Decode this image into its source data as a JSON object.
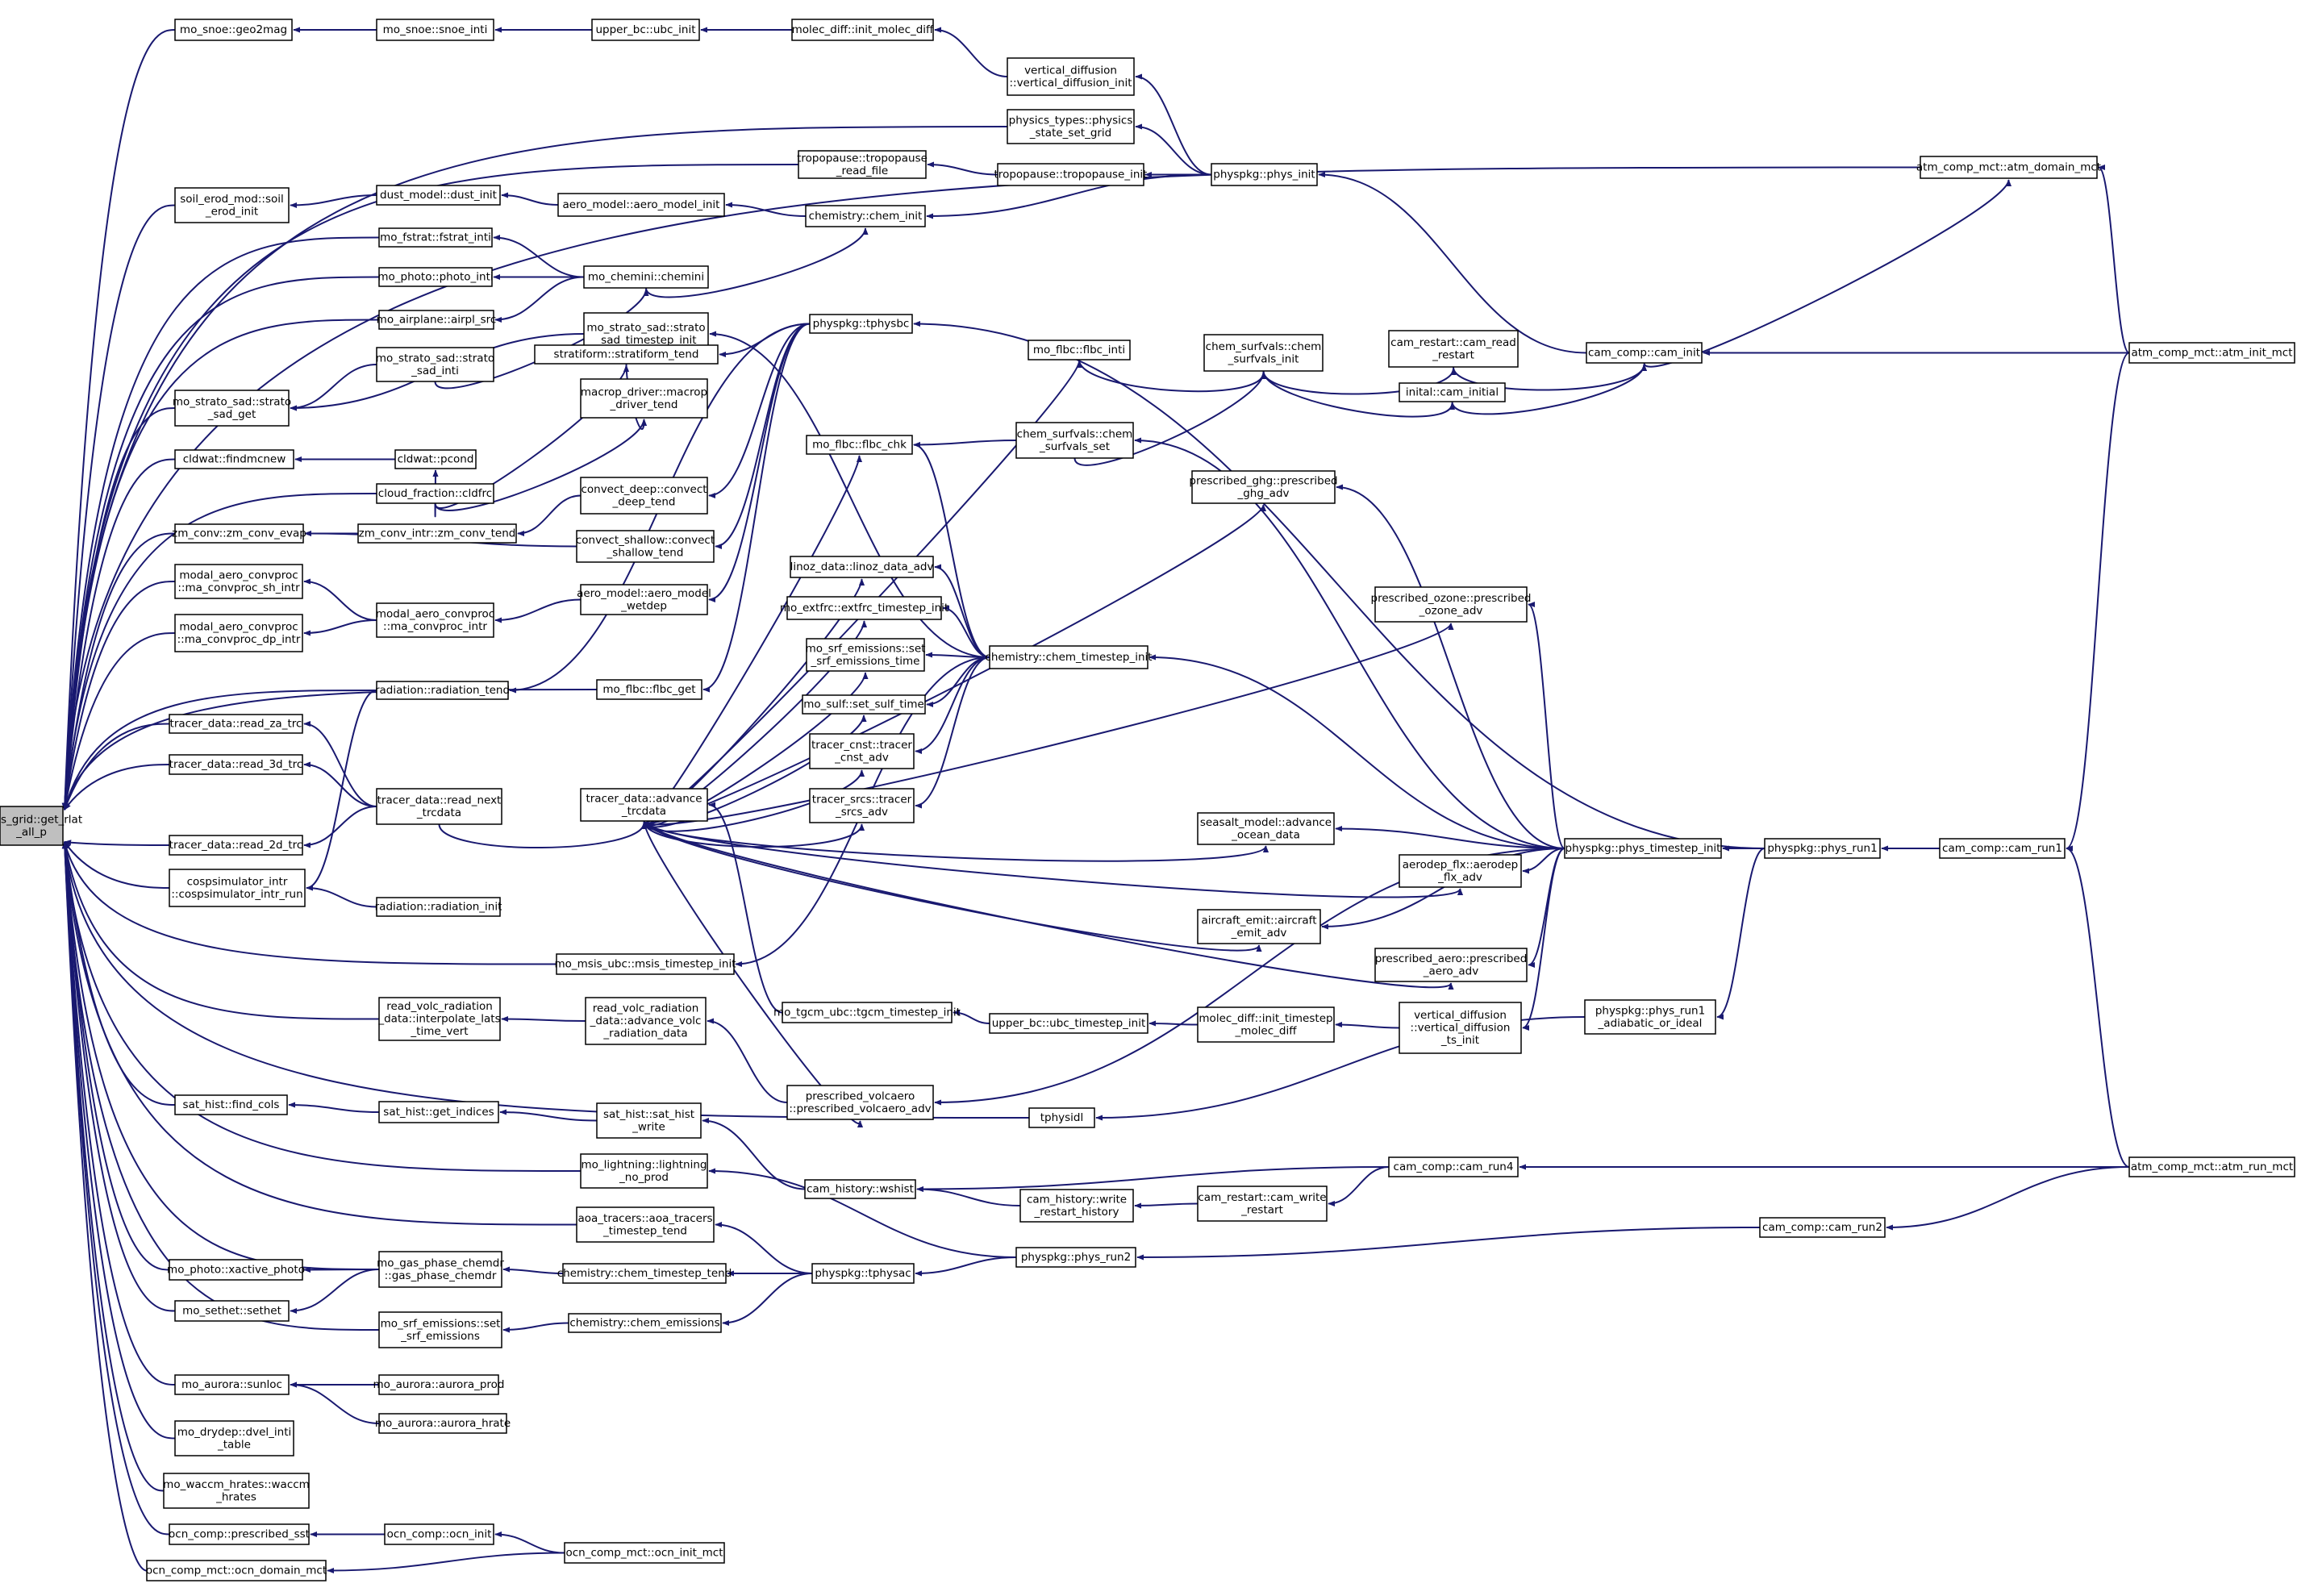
{
  "diagram": {
    "type": "call-graph",
    "direction": "right-to-left",
    "colors": {
      "edge": "#191970",
      "node_fill": "#ffffff",
      "root_fill": "#bfbfbf",
      "node_border": "#000000"
    },
    "root": "n0",
    "nodes": [
      {
        "id": "n0",
        "lines": [
          "phys_grid::get_rlat",
          "_all_p"
        ]
      },
      {
        "id": "n1",
        "lines": [
          "mo_snoe::geo2mag"
        ]
      },
      {
        "id": "n2",
        "lines": [
          "mo_snoe::snoe_inti"
        ]
      },
      {
        "id": "n3",
        "lines": [
          "upper_bc::ubc_init"
        ]
      },
      {
        "id": "n4",
        "lines": [
          "molec_diff::init_molec_diff"
        ]
      },
      {
        "id": "n5",
        "lines": [
          "vertical_diffusion",
          "::vertical_diffusion_init"
        ]
      },
      {
        "id": "n6",
        "lines": [
          "physics_types::physics",
          "_state_set_grid"
        ]
      },
      {
        "id": "n7",
        "lines": [
          "tropopause::tropopause",
          "_read_file"
        ]
      },
      {
        "id": "n8",
        "lines": [
          "tropopause::tropopause_init"
        ]
      },
      {
        "id": "n9",
        "lines": [
          "physpkg::phys_init"
        ]
      },
      {
        "id": "n10",
        "lines": [
          "atm_comp_mct::atm_domain_mct"
        ]
      },
      {
        "id": "n11",
        "lines": [
          "soil_erod_mod::soil",
          "_erod_init"
        ]
      },
      {
        "id": "n12",
        "lines": [
          "dust_model::dust_init"
        ]
      },
      {
        "id": "n13",
        "lines": [
          "aero_model::aero_model_init"
        ]
      },
      {
        "id": "n14",
        "lines": [
          "chemistry::chem_init"
        ]
      },
      {
        "id": "n15",
        "lines": [
          "mo_fstrat::fstrat_inti"
        ]
      },
      {
        "id": "n16",
        "lines": [
          "mo_photo::photo_inti"
        ]
      },
      {
        "id": "n17",
        "lines": [
          "mo_chemini::chemini"
        ]
      },
      {
        "id": "n18",
        "lines": [
          "mo_airplane::airpl_src"
        ]
      },
      {
        "id": "n19",
        "lines": [
          "mo_strato_sad::strato",
          "_sad_timestep_init"
        ]
      },
      {
        "id": "n20",
        "lines": [
          "mo_strato_sad::strato",
          "_sad_inti"
        ]
      },
      {
        "id": "n21",
        "lines": [
          "mo_strato_sad::strato",
          "_sad_get"
        ]
      },
      {
        "id": "n22",
        "lines": [
          "physpkg::tphysbc"
        ]
      },
      {
        "id": "n23",
        "lines": [
          "cam_restart::cam_read",
          "_restart"
        ]
      },
      {
        "id": "n24",
        "lines": [
          "cam_comp::cam_init"
        ]
      },
      {
        "id": "n25",
        "lines": [
          "atm_comp_mct::atm_init_mct"
        ]
      },
      {
        "id": "n26",
        "lines": [
          "stratiform::stratiform_tend"
        ]
      },
      {
        "id": "n27",
        "lines": [
          "mo_flbc::flbc_inti"
        ]
      },
      {
        "id": "n28",
        "lines": [
          "chem_surfvals::chem",
          "_surfvals_init"
        ]
      },
      {
        "id": "n29",
        "lines": [
          "inital::cam_initial"
        ]
      },
      {
        "id": "n30",
        "lines": [
          "cldwat::findmcnew"
        ]
      },
      {
        "id": "n31",
        "lines": [
          "cldwat::pcond"
        ]
      },
      {
        "id": "n32",
        "lines": [
          "macrop_driver::macrop",
          "_driver_tend"
        ]
      },
      {
        "id": "n33",
        "lines": [
          "mo_flbc::flbc_chk"
        ]
      },
      {
        "id": "n34",
        "lines": [
          "chem_surfvals::chem",
          "_surfvals_set"
        ]
      },
      {
        "id": "n35",
        "lines": [
          "cloud_fraction::cldfrc"
        ]
      },
      {
        "id": "n36",
        "lines": [
          "convect_deep::convect",
          "_deep_tend"
        ]
      },
      {
        "id": "n37",
        "lines": [
          "prescribed_ghg::prescribed",
          "_ghg_adv"
        ]
      },
      {
        "id": "n38",
        "lines": [
          "zm_conv::zm_conv_evap"
        ]
      },
      {
        "id": "n39",
        "lines": [
          "zm_conv_intr::zm_conv_tend"
        ]
      },
      {
        "id": "n40",
        "lines": [
          "convect_shallow::convect",
          "_shallow_tend"
        ]
      },
      {
        "id": "n41",
        "lines": [
          "linoz_data::linoz_data_adv"
        ]
      },
      {
        "id": "n42",
        "lines": [
          "modal_aero_convproc",
          "::ma_convproc_sh_intr"
        ]
      },
      {
        "id": "n43",
        "lines": [
          "aero_model::aero_model",
          "_wetdep"
        ]
      },
      {
        "id": "n44",
        "lines": [
          "prescribed_ozone::prescribed",
          "_ozone_adv"
        ]
      },
      {
        "id": "n45",
        "lines": [
          "modal_aero_convproc",
          "::ma_convproc_dp_intr"
        ]
      },
      {
        "id": "n46",
        "lines": [
          "modal_aero_convproc",
          "::ma_convproc_intr"
        ]
      },
      {
        "id": "n47",
        "lines": [
          "mo_extfrc::extfrc_timestep_init"
        ]
      },
      {
        "id": "n48",
        "lines": [
          "mo_srf_emissions::set",
          "_srf_emissions_time"
        ]
      },
      {
        "id": "n49",
        "lines": [
          "chemistry::chem_timestep_init"
        ]
      },
      {
        "id": "n50",
        "lines": [
          "radiation::radiation_tend"
        ]
      },
      {
        "id": "n51",
        "lines": [
          "mo_flbc::flbc_get"
        ]
      },
      {
        "id": "n52",
        "lines": [
          "mo_sulf::set_sulf_time"
        ]
      },
      {
        "id": "n53",
        "lines": [
          "tracer_data::read_za_trc"
        ]
      },
      {
        "id": "n54",
        "lines": [
          "tracer_cnst::tracer",
          "_cnst_adv"
        ]
      },
      {
        "id": "n55",
        "lines": [
          "tracer_data::read_3d_trc"
        ]
      },
      {
        "id": "n56",
        "lines": [
          "tracer_data::read_next",
          "_trcdata"
        ]
      },
      {
        "id": "n57",
        "lines": [
          "tracer_data::advance",
          "_trcdata"
        ]
      },
      {
        "id": "n58",
        "lines": [
          "tracer_srcs::tracer",
          "_srcs_adv"
        ]
      },
      {
        "id": "n59",
        "lines": [
          "tracer_data::read_2d_trc"
        ]
      },
      {
        "id": "n60",
        "lines": [
          "seasalt_model::advance",
          "_ocean_data"
        ]
      },
      {
        "id": "n61",
        "lines": [
          "physpkg::phys_timestep_init"
        ]
      },
      {
        "id": "n62",
        "lines": [
          "physpkg::phys_run1"
        ]
      },
      {
        "id": "n63",
        "lines": [
          "cam_comp::cam_run1"
        ]
      },
      {
        "id": "n64",
        "lines": [
          "aerodep_flx::aerodep",
          "_flx_adv"
        ]
      },
      {
        "id": "n65",
        "lines": [
          "cospsimulator_intr",
          "::cospsimulator_intr_run"
        ]
      },
      {
        "id": "n66",
        "lines": [
          "radiation::radiation_init"
        ]
      },
      {
        "id": "n67",
        "lines": [
          "aircraft_emit::aircraft",
          "_emit_adv"
        ]
      },
      {
        "id": "n68",
        "lines": [
          "mo_msis_ubc::msis_timestep_init"
        ]
      },
      {
        "id": "n69",
        "lines": [
          "prescribed_aero::prescribed",
          "_aero_adv"
        ]
      },
      {
        "id": "n70",
        "lines": [
          "read_volc_radiation",
          "_data::interpolate_lats",
          "_time_vert"
        ]
      },
      {
        "id": "n71",
        "lines": [
          "read_volc_radiation",
          "_data::advance_volc",
          "_radiation_data"
        ]
      },
      {
        "id": "n72",
        "lines": [
          "mo_tgcm_ubc::tgcm_timestep_init"
        ]
      },
      {
        "id": "n73",
        "lines": [
          "upper_bc::ubc_timestep_init"
        ]
      },
      {
        "id": "n74",
        "lines": [
          "molec_diff::init_timestep",
          "_molec_diff"
        ]
      },
      {
        "id": "n75",
        "lines": [
          "vertical_diffusion",
          "::vertical_diffusion",
          "_ts_init"
        ]
      },
      {
        "id": "n76",
        "lines": [
          "physpkg::phys_run1",
          "_adiabatic_or_ideal"
        ]
      },
      {
        "id": "n77",
        "lines": [
          "prescribed_volcaero",
          "::prescribed_volcaero_adv"
        ]
      },
      {
        "id": "n78",
        "lines": [
          "sat_hist::find_cols"
        ]
      },
      {
        "id": "n79",
        "lines": [
          "sat_hist::get_indices"
        ]
      },
      {
        "id": "n80",
        "lines": [
          "sat_hist::sat_hist",
          "_write"
        ]
      },
      {
        "id": "n81",
        "lines": [
          "tphysidl"
        ]
      },
      {
        "id": "n82",
        "lines": [
          "mo_lightning::lightning",
          "_no_prod"
        ]
      },
      {
        "id": "n83",
        "lines": [
          "cam_history::wshist"
        ]
      },
      {
        "id": "n84",
        "lines": [
          "cam_comp::cam_run4"
        ]
      },
      {
        "id": "n85",
        "lines": [
          "atm_comp_mct::atm_run_mct"
        ]
      },
      {
        "id": "n86",
        "lines": [
          "aoa_tracers::aoa_tracers",
          "_timestep_tend"
        ]
      },
      {
        "id": "n87",
        "lines": [
          "cam_history::write",
          "_restart_history"
        ]
      },
      {
        "id": "n88",
        "lines": [
          "cam_restart::cam_write",
          "_restart"
        ]
      },
      {
        "id": "n89",
        "lines": [
          "physpkg::phys_run2"
        ]
      },
      {
        "id": "n90",
        "lines": [
          "cam_comp::cam_run2"
        ]
      },
      {
        "id": "n91",
        "lines": [
          "mo_photo::xactive_photo"
        ]
      },
      {
        "id": "n92",
        "lines": [
          "mo_gas_phase_chemdr",
          "::gas_phase_chemdr"
        ]
      },
      {
        "id": "n93",
        "lines": [
          "chemistry::chem_timestep_tend"
        ]
      },
      {
        "id": "n94",
        "lines": [
          "physpkg::tphysac"
        ]
      },
      {
        "id": "n95",
        "lines": [
          "mo_sethet::sethet"
        ]
      },
      {
        "id": "n96",
        "lines": [
          "mo_srf_emissions::set",
          "_srf_emissions"
        ]
      },
      {
        "id": "n97",
        "lines": [
          "chemistry::chem_emissions"
        ]
      },
      {
        "id": "n98",
        "lines": [
          "mo_aurora::sunloc"
        ]
      },
      {
        "id": "n99",
        "lines": [
          "mo_aurora::aurora_prod"
        ]
      },
      {
        "id": "n100",
        "lines": [
          "mo_aurora::aurora_hrate"
        ]
      },
      {
        "id": "n101",
        "lines": [
          "mo_drydep::dvel_inti",
          "_table"
        ]
      },
      {
        "id": "n102",
        "lines": [
          "mo_waccm_hrates::waccm",
          "_hrates"
        ]
      },
      {
        "id": "n103",
        "lines": [
          "ocn_comp::prescribed_sst"
        ]
      },
      {
        "id": "n104",
        "lines": [
          "ocn_comp::ocn_init"
        ]
      },
      {
        "id": "n105",
        "lines": [
          "ocn_comp_mct::ocn_domain_mct"
        ]
      },
      {
        "id": "n106",
        "lines": [
          "ocn_comp_mct::ocn_init_mct"
        ]
      }
    ],
    "edges": [
      [
        "n1",
        "n0"
      ],
      [
        "n6",
        "n0"
      ],
      [
        "n7",
        "n0"
      ],
      [
        "n10",
        "n0"
      ],
      [
        "n11",
        "n0"
      ],
      [
        "n15",
        "n0"
      ],
      [
        "n16",
        "n0"
      ],
      [
        "n18",
        "n0"
      ],
      [
        "n21",
        "n0"
      ],
      [
        "n30",
        "n0"
      ],
      [
        "n35",
        "n0"
      ],
      [
        "n38",
        "n0"
      ],
      [
        "n42",
        "n0"
      ],
      [
        "n45",
        "n0"
      ],
      [
        "n50",
        "n0"
      ],
      [
        "n51",
        "n0"
      ],
      [
        "n53",
        "n0"
      ],
      [
        "n55",
        "n0"
      ],
      [
        "n59",
        "n0"
      ],
      [
        "n65",
        "n0"
      ],
      [
        "n68",
        "n0"
      ],
      [
        "n70",
        "n0"
      ],
      [
        "n78",
        "n0"
      ],
      [
        "n81",
        "n0"
      ],
      [
        "n82",
        "n0"
      ],
      [
        "n86",
        "n0"
      ],
      [
        "n91",
        "n0"
      ],
      [
        "n92",
        "n0"
      ],
      [
        "n95",
        "n0"
      ],
      [
        "n96",
        "n0"
      ],
      [
        "n98",
        "n0"
      ],
      [
        "n101",
        "n0"
      ],
      [
        "n102",
        "n0"
      ],
      [
        "n103",
        "n0"
      ],
      [
        "n105",
        "n0"
      ],
      [
        "n2",
        "n1"
      ],
      [
        "n3",
        "n2"
      ],
      [
        "n4",
        "n3"
      ],
      [
        "n5",
        "n4"
      ],
      [
        "n9",
        "n5"
      ],
      [
        "n9",
        "n6"
      ],
      [
        "n8",
        "n7"
      ],
      [
        "n9",
        "n8"
      ],
      [
        "n24",
        "n9"
      ],
      [
        "n24",
        "n10"
      ],
      [
        "n25",
        "n10"
      ],
      [
        "n12",
        "n11"
      ],
      [
        "n13",
        "n12"
      ],
      [
        "n14",
        "n13"
      ],
      [
        "n9",
        "n14"
      ],
      [
        "n17",
        "n14"
      ],
      [
        "n17",
        "n15"
      ],
      [
        "n17",
        "n16"
      ],
      [
        "n17",
        "n18"
      ],
      [
        "n20",
        "n17"
      ],
      [
        "n20",
        "n21"
      ],
      [
        "n19",
        "n21"
      ],
      [
        "n49",
        "n19"
      ],
      [
        "n62",
        "n22"
      ],
      [
        "n25",
        "n24"
      ],
      [
        "n23",
        "n24"
      ],
      [
        "n29",
        "n24"
      ],
      [
        "n28",
        "n23"
      ],
      [
        "n28",
        "n29"
      ],
      [
        "n27",
        "n28"
      ],
      [
        "n34",
        "n28"
      ],
      [
        "n22",
        "n26"
      ],
      [
        "n35",
        "n26"
      ],
      [
        "n35",
        "n31"
      ],
      [
        "n31",
        "n30"
      ],
      [
        "n26",
        "n32"
      ],
      [
        "n35",
        "n32"
      ],
      [
        "n49",
        "n33"
      ],
      [
        "n34",
        "n33"
      ],
      [
        "n22",
        "n36"
      ],
      [
        "n36",
        "n39"
      ],
      [
        "n39",
        "n38"
      ],
      [
        "n22",
        "n40"
      ],
      [
        "n40",
        "n38"
      ],
      [
        "n43",
        "n46"
      ],
      [
        "n46",
        "n42"
      ],
      [
        "n46",
        "n45"
      ],
      [
        "n22",
        "n43"
      ],
      [
        "n22",
        "n50"
      ],
      [
        "n22",
        "n51"
      ],
      [
        "n61",
        "n34"
      ],
      [
        "n61",
        "n37"
      ],
      [
        "n61",
        "n44"
      ],
      [
        "n61",
        "n49"
      ],
      [
        "n61",
        "n60"
      ],
      [
        "n61",
        "n64"
      ],
      [
        "n61",
        "n67"
      ],
      [
        "n61",
        "n69"
      ],
      [
        "n61",
        "n77"
      ],
      [
        "n61",
        "n75"
      ],
      [
        "n62",
        "n61"
      ],
      [
        "n63",
        "n62"
      ],
      [
        "n25",
        "n63"
      ],
      [
        "n85",
        "n63"
      ],
      [
        "n62",
        "n76"
      ],
      [
        "n76",
        "n81"
      ],
      [
        "n57",
        "n27"
      ],
      [
        "n57",
        "n33"
      ],
      [
        "n57",
        "n37"
      ],
      [
        "n57",
        "n41"
      ],
      [
        "n57",
        "n44"
      ],
      [
        "n57",
        "n47"
      ],
      [
        "n57",
        "n48"
      ],
      [
        "n57",
        "n52"
      ],
      [
        "n57",
        "n54"
      ],
      [
        "n57",
        "n58"
      ],
      [
        "n57",
        "n60"
      ],
      [
        "n57",
        "n64"
      ],
      [
        "n57",
        "n67"
      ],
      [
        "n57",
        "n69"
      ],
      [
        "n57",
        "n77"
      ],
      [
        "n49",
        "n41"
      ],
      [
        "n49",
        "n47"
      ],
      [
        "n49",
        "n48"
      ],
      [
        "n49",
        "n52"
      ],
      [
        "n49",
        "n54"
      ],
      [
        "n49",
        "n58"
      ],
      [
        "n56",
        "n57"
      ],
      [
        "n56",
        "n53"
      ],
      [
        "n56",
        "n55"
      ],
      [
        "n56",
        "n59"
      ],
      [
        "n50",
        "n65"
      ],
      [
        "n66",
        "n65"
      ],
      [
        "n49",
        "n68"
      ],
      [
        "n71",
        "n70"
      ],
      [
        "n77",
        "n71"
      ],
      [
        "n72",
        "n57"
      ],
      [
        "n73",
        "n72"
      ],
      [
        "n74",
        "n73"
      ],
      [
        "n75",
        "n74"
      ],
      [
        "n79",
        "n78"
      ],
      [
        "n80",
        "n79"
      ],
      [
        "n83",
        "n80"
      ],
      [
        "n84",
        "n83"
      ],
      [
        "n87",
        "n83"
      ],
      [
        "n88",
        "n87"
      ],
      [
        "n84",
        "n88"
      ],
      [
        "n85",
        "n84"
      ],
      [
        "n90",
        "n89"
      ],
      [
        "n85",
        "n90"
      ],
      [
        "n89",
        "n94"
      ],
      [
        "n89",
        "n82"
      ],
      [
        "n94",
        "n93"
      ],
      [
        "n93",
        "n92"
      ],
      [
        "n92",
        "n91"
      ],
      [
        "n92",
        "n95"
      ],
      [
        "n94",
        "n86"
      ],
      [
        "n94",
        "n97"
      ],
      [
        "n97",
        "n96"
      ],
      [
        "n99",
        "n98"
      ],
      [
        "n100",
        "n98"
      ],
      [
        "n104",
        "n103"
      ],
      [
        "n106",
        "n104"
      ],
      [
        "n106",
        "n105"
      ]
    ]
  }
}
